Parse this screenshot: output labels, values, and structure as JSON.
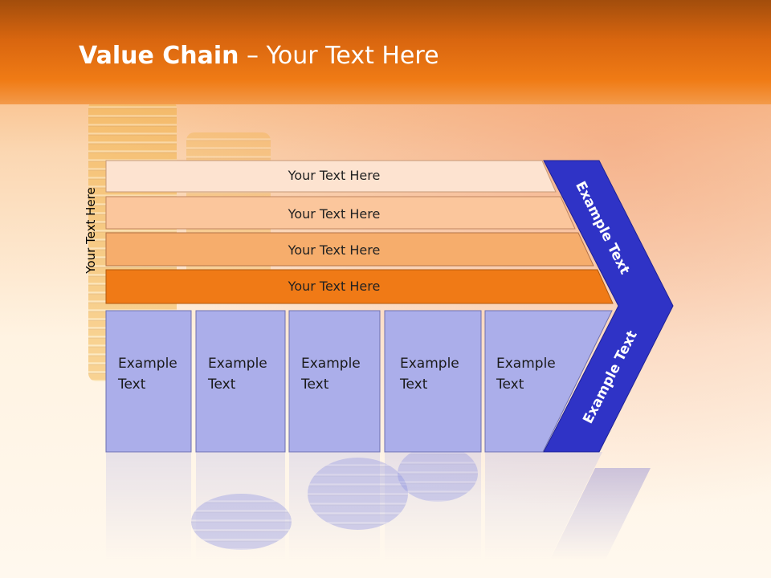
{
  "title": {
    "bold": "Value Chain",
    "rest": " – Your Text Here"
  },
  "side_label": "Your Text Here",
  "bars": [
    {
      "label": "Your Text Here",
      "color": "#fde3d0"
    },
    {
      "label": "Your Text Here",
      "color": "#fbc69c"
    },
    {
      "label": "Your Text Here",
      "color": "#f6ad6c"
    },
    {
      "label": "Your Text Here",
      "color": "#f07a16"
    }
  ],
  "boxes": [
    {
      "line1": "Example",
      "line2": "Text"
    },
    {
      "line1": "Example",
      "line2": "Text"
    },
    {
      "line1": "Example",
      "line2": "Text"
    },
    {
      "line1": "Example",
      "line2": "Text"
    },
    {
      "line1": "Example",
      "line2": "Text"
    }
  ],
  "arrow": {
    "upper": "Example Text",
    "lower": "Example Text"
  },
  "colors": {
    "box_fill": "#abaeea",
    "box_stroke": "#6e70b0",
    "arrow_fill": "#2f33c6",
    "title_band": "#f07b15"
  }
}
